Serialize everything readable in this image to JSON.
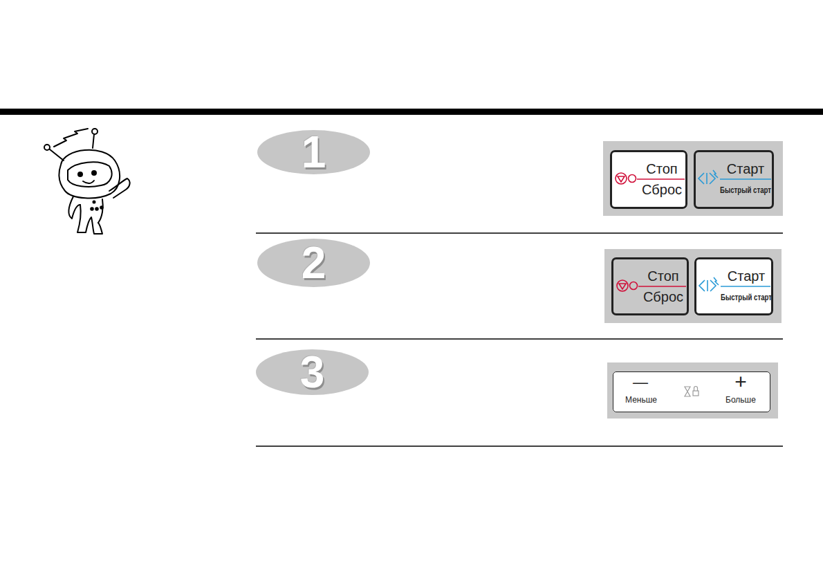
{
  "diagram": {
    "nodes": [
      {
        "text": [
          "1"
        ]
      },
      {
        "text": [
          "Стоп",
          "Сброс"
        ]
      },
      {
        "text": [
          "Старт",
          "Быстрый старт"
        ]
      },
      {
        "text": [
          "2"
        ]
      },
      {
        "text": [
          "Стоп",
          "Сброс"
        ]
      },
      {
        "text": [
          "Старт",
          "Быстрый старт"
        ]
      },
      {
        "text": [
          "3"
        ]
      },
      {
        "text": [
          "—",
          "Меньше",
          "+",
          "Больше"
        ]
      }
    ]
  }
}
